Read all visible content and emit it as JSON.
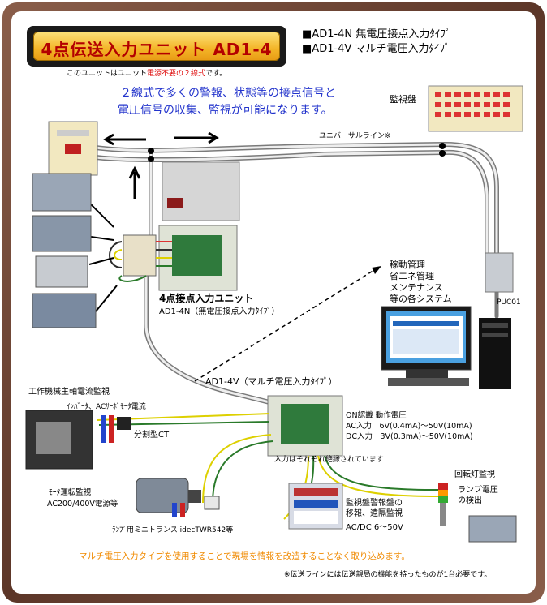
{
  "title": "4点伝送入力ユニット AD1-4",
  "models": [
    {
      "bullet": "■",
      "code": "AD1-4N",
      "desc": "無電圧接点入力ﾀｲﾌﾟ"
    },
    {
      "bullet": "■",
      "code": "AD1-4V",
      "desc": "マルチ電圧入力ﾀｲﾌﾟ"
    }
  ],
  "note_power": {
    "prefix": "このユニットはユニット",
    "highlight": "電源不要の２線式",
    "suffix": "です。"
  },
  "headline": [
    "２線式で多くの警報、状態等の接点信号と",
    "電圧信号の収集、監視が可能になります。"
  ],
  "monitor_panel_label": "監視盤",
  "universal_line_label": "ユニバーサルライン※",
  "management_list": [
    "稼動管理",
    "省エネ管理",
    "メンテナンス",
    "等の各システム"
  ],
  "puc_label": "PUC01",
  "unit_4n": {
    "title": "4点接点入力ユニット",
    "subtitle": "AD1-4N（無電圧接点入力ﾀｲﾌﾟ）"
  },
  "unit_4v": {
    "title": "AD1-4V（マルチ電圧入力ﾀｲﾌﾟ）"
  },
  "spec": {
    "line1": "ON認識 動作電圧",
    "line2": "AC入力　6V(0.4mA)～50V(10mA)",
    "line3": "DC入力　3V(0.3mA)～50V(10mA)",
    "isolation": "入力はそれぞれ絶縁されています"
  },
  "machine_tool": {
    "title": "工作機械主軸電流監視",
    "inverter": "ｲﾝﾊﾞｰﾀ、ACｻｰﾎﾞﾓｰﾀ電流",
    "ct": "分割型CT"
  },
  "motor": {
    "title": "ﾓｰﾀ運転監視",
    "spec": "AC200/400V電源等",
    "trans": "ﾗﾝﾌﾟ用ミニトランス idecTWR542等"
  },
  "alarm_panel": {
    "line1": "監視盤警報盤の",
    "line2": "移報、遠隔監視",
    "line3": "AC/DC 6～50V"
  },
  "lamp": {
    "title": "回転灯監視",
    "line1": "ランプ電圧",
    "line2": "の検出"
  },
  "footer_orange": "マルチ電圧入力タイプを使用することで現場を情報を改造することなく取り込めます。",
  "footer_note": "※伝送ラインには伝送親局の機能を持ったものが1台必要です。",
  "colors": {
    "frame": "#6b4636",
    "title_text": "#b30000",
    "accent_blue": "#2233cc",
    "accent_orange": "#f08a00"
  }
}
